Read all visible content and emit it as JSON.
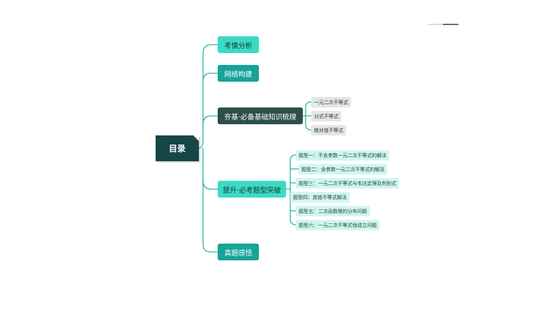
{
  "mindmap": {
    "root": "目录",
    "branches": [
      {
        "label": "考情分析"
      },
      {
        "label": "网络构建"
      },
      {
        "label": "夯基·必备基础知识梳理",
        "children": [
          "一元二次不等式",
          "分式不等式",
          "绝对值不等式"
        ]
      },
      {
        "label": "提升·必考题型突破",
        "children": [
          "题型一：不含参数一元二次不等式的解法",
          "题型二：含参数一元二次不等式的解法",
          "题型三：一元二次不等式与韦达定理及判别式",
          "题型四：其他不等式解法",
          "题型五：二次函数根的分布问题",
          "题型六：一元二次不等式恒成立问题"
        ]
      },
      {
        "label": "真题感悟"
      }
    ]
  },
  "colors": {
    "root": "#174646",
    "branch_light": "#3dd9c3",
    "branch_mid": "#17a399",
    "branch_dark": "#2d4f4a",
    "leaf_grey": "#e3e6e5",
    "leaf_mint": "#d1f6ef",
    "connector": "#27b3a1"
  }
}
